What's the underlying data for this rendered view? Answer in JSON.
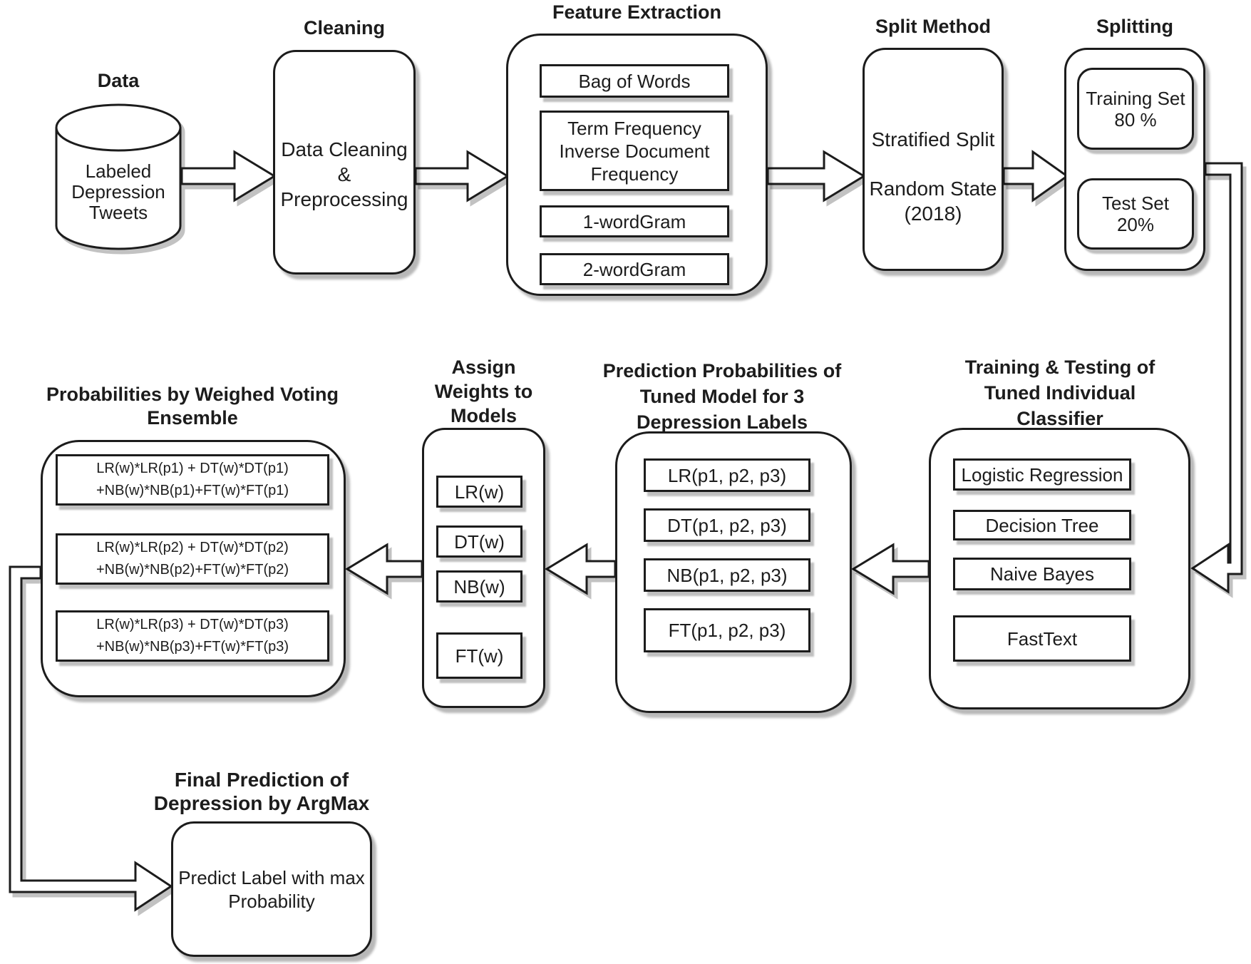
{
  "colors": {
    "ink": "#1c1c1c",
    "paper": "#ffffff",
    "shadow": "#c2c2c2"
  },
  "data_source": {
    "label": "Data",
    "cylinder_lines": [
      "Labeled",
      "Depression",
      "Tweets"
    ]
  },
  "cleaning": {
    "label": "Cleaning",
    "body_lines": [
      "Data Cleaning",
      "&",
      "Preprocessing"
    ]
  },
  "feature_extraction": {
    "label": "Feature Extraction",
    "items": [
      "Bag of Words",
      "Term Frequency Inverse Document Frequency",
      "1-wordGram",
      "2-wordGram"
    ]
  },
  "split_method": {
    "label": "Split Method",
    "line1": "Stratified Split",
    "line2": "Random State",
    "line3": "(2018)"
  },
  "splitting": {
    "label": "Splitting",
    "items": [
      {
        "line1": "Training Set",
        "line2": "80 %"
      },
      {
        "line1": "Test Set",
        "line2": "20%"
      }
    ]
  },
  "training_testing": {
    "label_lines": [
      "Training & Testing of",
      "Tuned Individual",
      "Classifier"
    ],
    "items": [
      "Logistic Regression",
      "Decision Tree",
      "Naive Bayes",
      "FastText"
    ]
  },
  "prediction_probabilities": {
    "label_lines": [
      "Prediction Probabilities of",
      "Tuned Model for 3",
      "Depression Labels"
    ],
    "items": [
      "LR(p1, p2, p3)",
      "DT(p1, p2, p3)",
      "NB(p1, p2, p3)",
      "FT(p1, p2, p3)"
    ]
  },
  "assign_weights": {
    "label_lines": [
      "Assign",
      "Weights to",
      "Models"
    ],
    "items": [
      "LR(w)",
      "DT(w)",
      "NB(w)",
      "FT(w)"
    ]
  },
  "ensemble": {
    "label_lines": [
      "Probabilities by Weighed Voting",
      "Ensemble"
    ],
    "formulas": [
      {
        "line1": "LR(w)*LR(p1) + DT(w)*DT(p1)",
        "line2": "+NB(w)*NB(p1)+FT(w)*FT(p1)"
      },
      {
        "line1": "LR(w)*LR(p2) + DT(w)*DT(p2)",
        "line2": "+NB(w)*NB(p2)+FT(w)*FT(p2)"
      },
      {
        "line1": "LR(w)*LR(p3) + DT(w)*DT(p3)",
        "line2": "+NB(w)*NB(p3)+FT(w)*FT(p3)"
      }
    ]
  },
  "final_prediction": {
    "label_lines": [
      "Final Prediction of",
      "Depression by ArgMax"
    ],
    "body_lines": [
      "Predict Label with max",
      "Probability"
    ]
  }
}
